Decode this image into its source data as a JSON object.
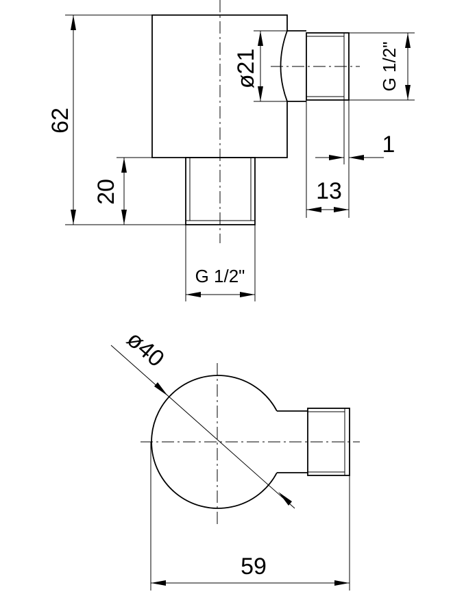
{
  "dimensions": {
    "height_total": "62",
    "diameter_body_side": "ø21",
    "thread_side": "G 1/2\"",
    "offset": "1",
    "thread_length": "13",
    "stub_height": "20",
    "thread_bottom": "G 1/2\"",
    "diameter_body": "ø40",
    "width_total": "59"
  }
}
